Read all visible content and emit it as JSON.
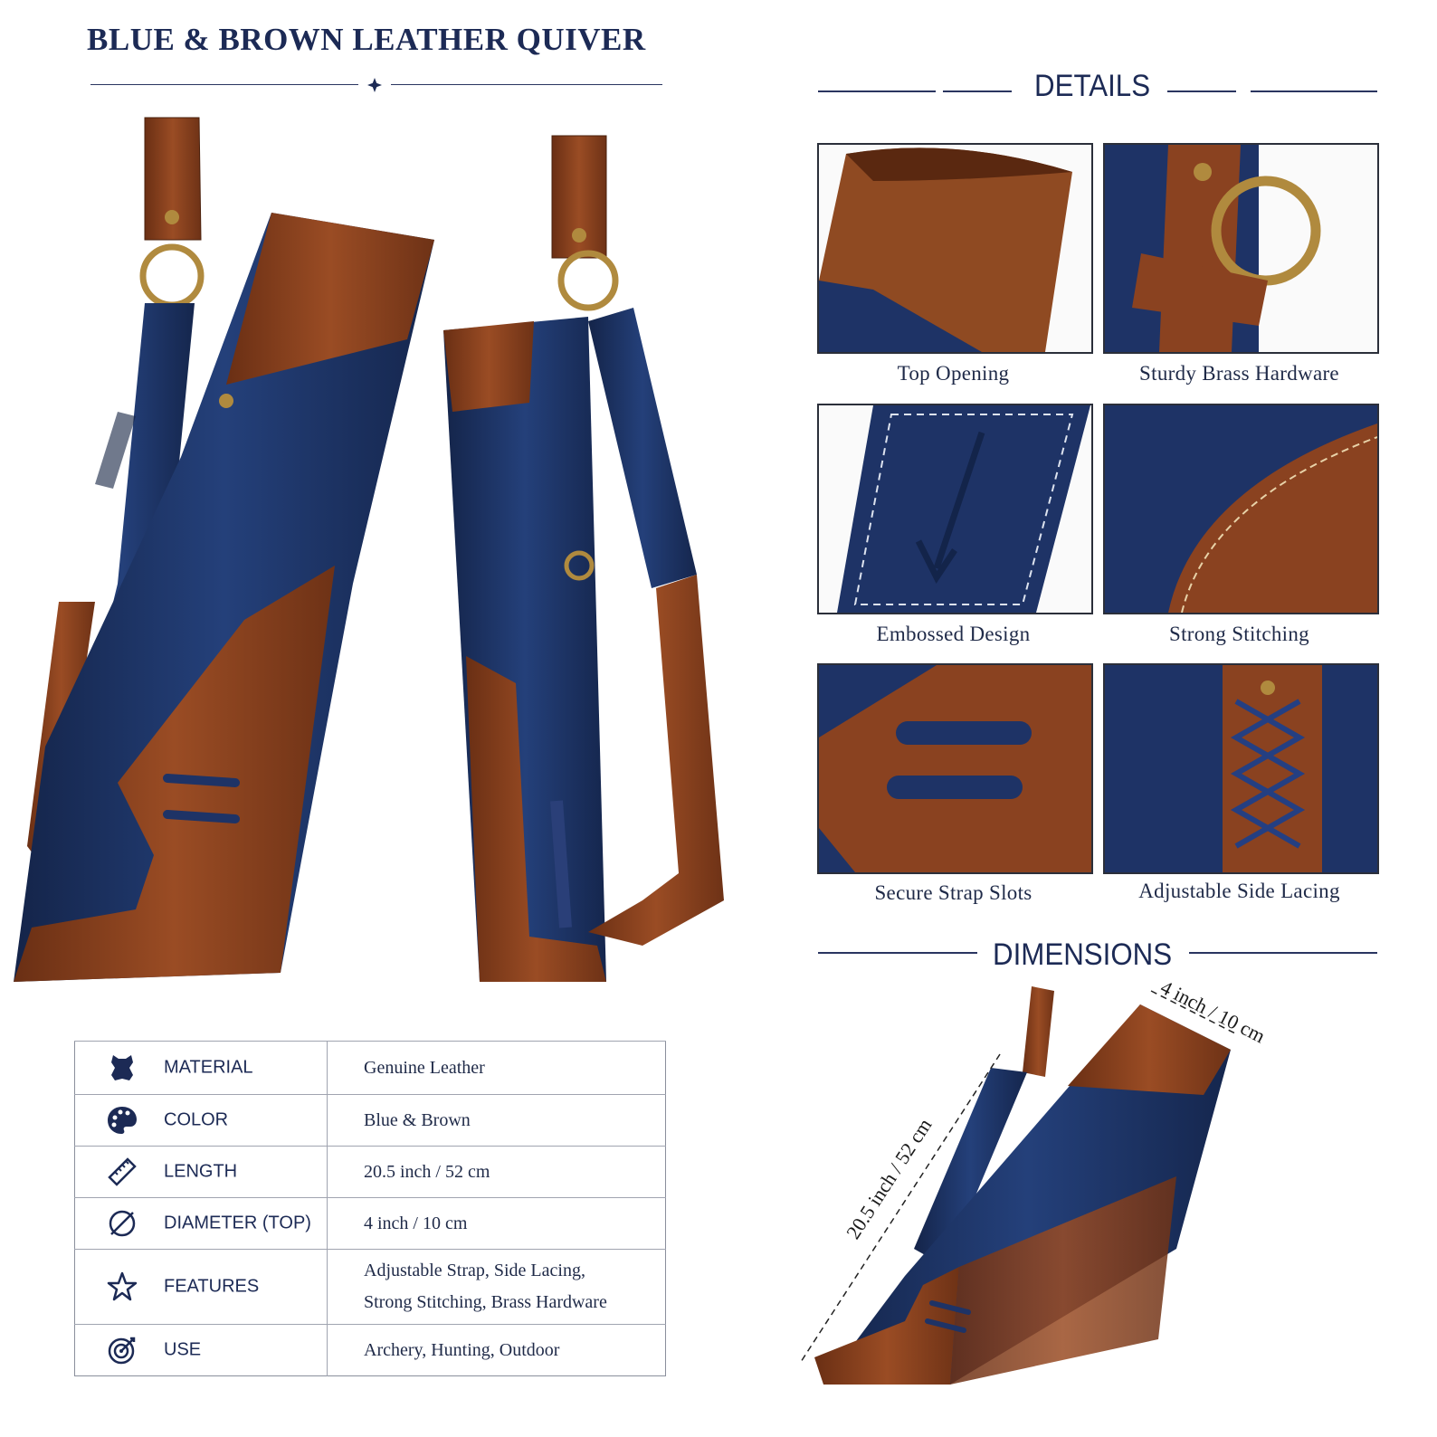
{
  "title": "BLUE & BROWN LEATHER QUIVER",
  "details_heading": "DETAILS",
  "dimensions_heading": "DIMENSIONS",
  "details": [
    {
      "caption": "Top Opening",
      "icon": "top-opening-photo"
    },
    {
      "caption": "Sturdy Brass Hardware",
      "icon": "brass-ring-photo"
    },
    {
      "caption": "Embossed Design",
      "icon": "arrow-emboss-photo"
    },
    {
      "caption": "Strong Stitching",
      "icon": "stitching-photo"
    },
    {
      "caption": "Secure Strap Slots",
      "icon": "strap-slots-photo"
    },
    {
      "caption": "Adjustable Side Lacing",
      "icon": "lacing-photo"
    }
  ],
  "specs": [
    {
      "label": "MATERIAL",
      "value": "Genuine Leather",
      "icon": "leather-hide-icon"
    },
    {
      "label": "COLOR",
      "value": "Blue & Brown",
      "icon": "palette-icon"
    },
    {
      "label": "LENGTH",
      "value": "20.5 inch / 52 cm",
      "icon": "ruler-icon"
    },
    {
      "label": "DIAMETER (TOP)",
      "value": "4 inch / 10 cm",
      "icon": "diameter-icon"
    },
    {
      "label": "FEATURES",
      "value_line1": "Adjustable Strap, Side Lacing,",
      "value_line2": "Strong Stitching, Brass Hardware",
      "icon": "star-icon"
    },
    {
      "label": "USE",
      "value": "Archery, Hunting, Outdoor",
      "icon": "target-icon"
    }
  ],
  "dimensions": {
    "length": "20.5 inch / 52 cm",
    "diameter": "4 inch / 10 cm"
  },
  "colors": {
    "navy": "#1e3366",
    "brown": "#8a4220",
    "brass": "#b08a3e",
    "text": "#1c2a55"
  }
}
